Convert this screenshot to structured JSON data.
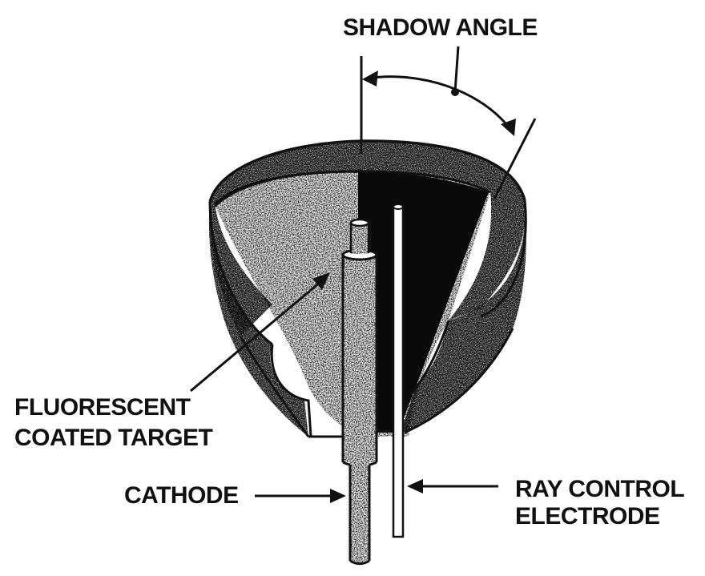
{
  "labels": {
    "shadow_angle": "SHADOW ANGLE",
    "fluorescent_line1": "FLUORESCENT",
    "fluorescent_line2": "COATED TARGET",
    "cathode": "CATHODE",
    "ray_control_line1": "RAY CONTROL",
    "ray_control_line2": "ELECTRODE"
  },
  "colors": {
    "ink": "#111111",
    "shadow_fill": "#0a0a0a",
    "paper": "#ffffff"
  }
}
